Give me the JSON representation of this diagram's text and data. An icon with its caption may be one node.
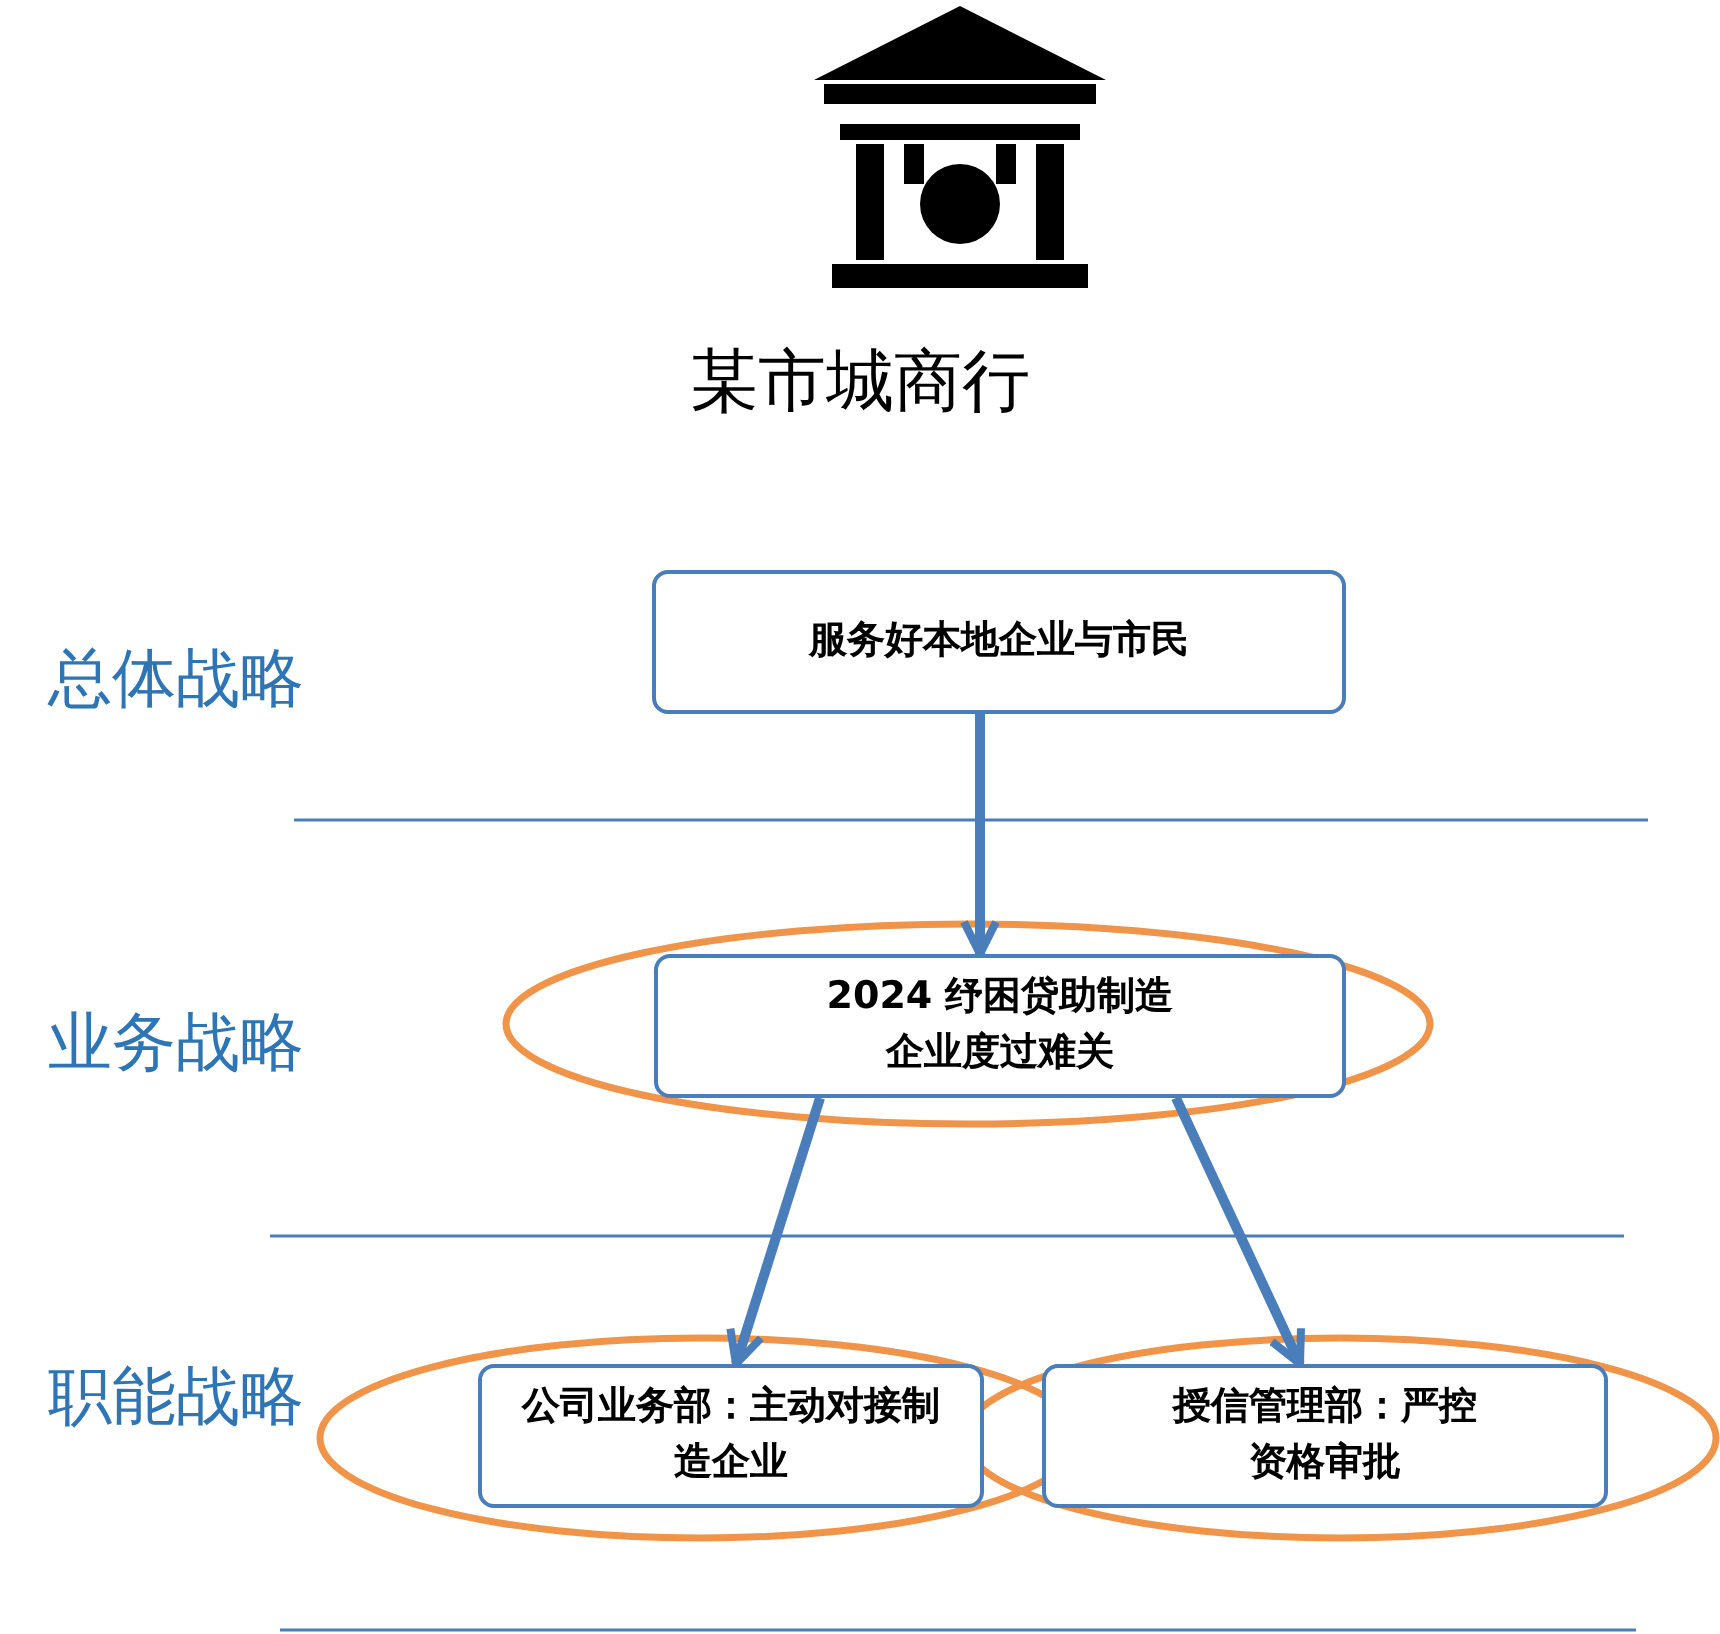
{
  "diagram": {
    "title": "某市城商行",
    "nodes": [
      {
        "text": [
          "服务好本地企业与市民"
        ]
      },
      {
        "text": [
          "2024 纾困贷助制造企业度过难关"
        ]
      },
      {
        "text": [
          "公司业务部：主动对接制造企业"
        ]
      },
      {
        "text": [
          "授信管理部：严控资格审批"
        ]
      }
    ],
    "edges": [
      {
        "from": 0,
        "to": 1,
        "arrow": "to"
      },
      {
        "from": 1,
        "to": 2,
        "arrow": "to"
      },
      {
        "from": 1,
        "to": 3,
        "arrow": "to"
      }
    ],
    "labels": [
      "总体战略",
      "业务战略",
      "职能战略"
    ]
  }
}
